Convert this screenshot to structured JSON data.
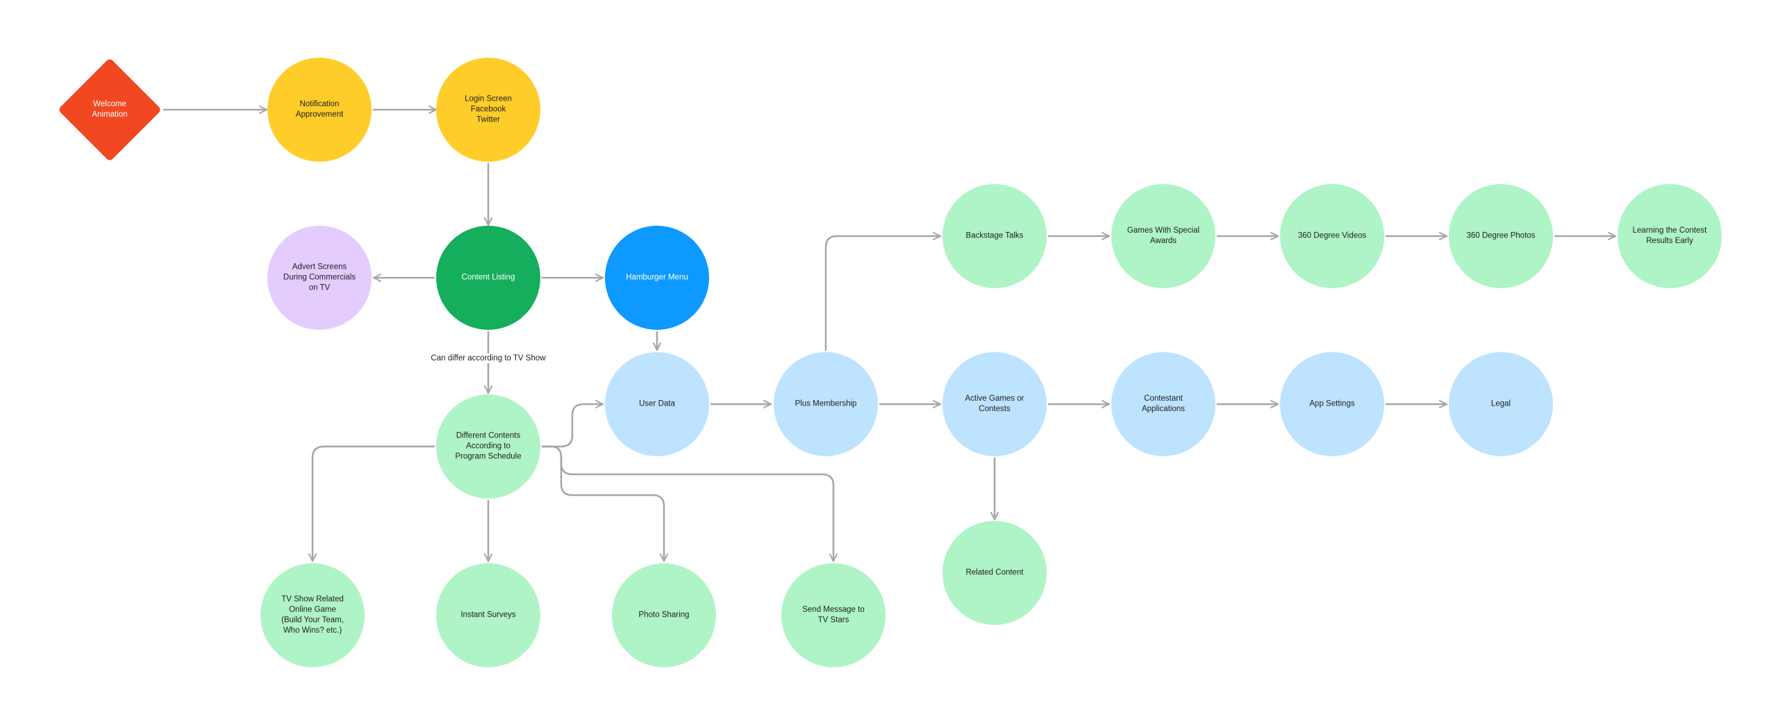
{
  "colors": {
    "orange": "#F24822",
    "yellow": "#FFCD29",
    "green": "#14AE5C",
    "blue": "#0D99FF",
    "lavender": "#E4CCFF",
    "light_green": "#AFF4C6",
    "light_blue": "#BDE3FF",
    "connector": "#A6A6A6"
  },
  "nodes": {
    "welcome": {
      "label": "Welcome\nAnimation"
    },
    "notification": {
      "label": "Notification\nApprovement"
    },
    "login": {
      "label": "Login Screen\nFacebook\nTwitter"
    },
    "advert": {
      "label": "Advert Screens\nDuring Commercials\non TV"
    },
    "content_listing": {
      "label": "Content Listing"
    },
    "hamburger": {
      "label": "Hamburger Menu"
    },
    "user_data": {
      "label": "User Data"
    },
    "plus_membership": {
      "label": "Plus Membership"
    },
    "backstage": {
      "label": "Backstage Talks"
    },
    "games_awards": {
      "label": "Games With Special\nAwards"
    },
    "videos_360": {
      "label": "360 Degree Videos"
    },
    "photos_360": {
      "label": "360 Degree Photos"
    },
    "learning_results": {
      "label": "Learning the Contest\nResults Early"
    },
    "active_games": {
      "label": "Active Games or\nContests"
    },
    "contestant_apps": {
      "label": "Contestant\nApplications"
    },
    "app_settings": {
      "label": "App Settings"
    },
    "legal": {
      "label": "Legal"
    },
    "related_content": {
      "label": "Related Content"
    },
    "different_contents": {
      "label": "Different Contents\nAccording to\nProgram Schedule"
    },
    "tv_show_game": {
      "label": "TV Show Related\nOnline Game\n(Build Your Team,\nWho Wins? etc.)"
    },
    "instant_surveys": {
      "label": "Instant Surveys"
    },
    "photo_sharing": {
      "label": "Photo Sharing"
    },
    "send_message": {
      "label": "Send Message to\nTV Stars"
    }
  },
  "edge_labels": {
    "listing_to_contents": "Can differ according to TV Show"
  }
}
